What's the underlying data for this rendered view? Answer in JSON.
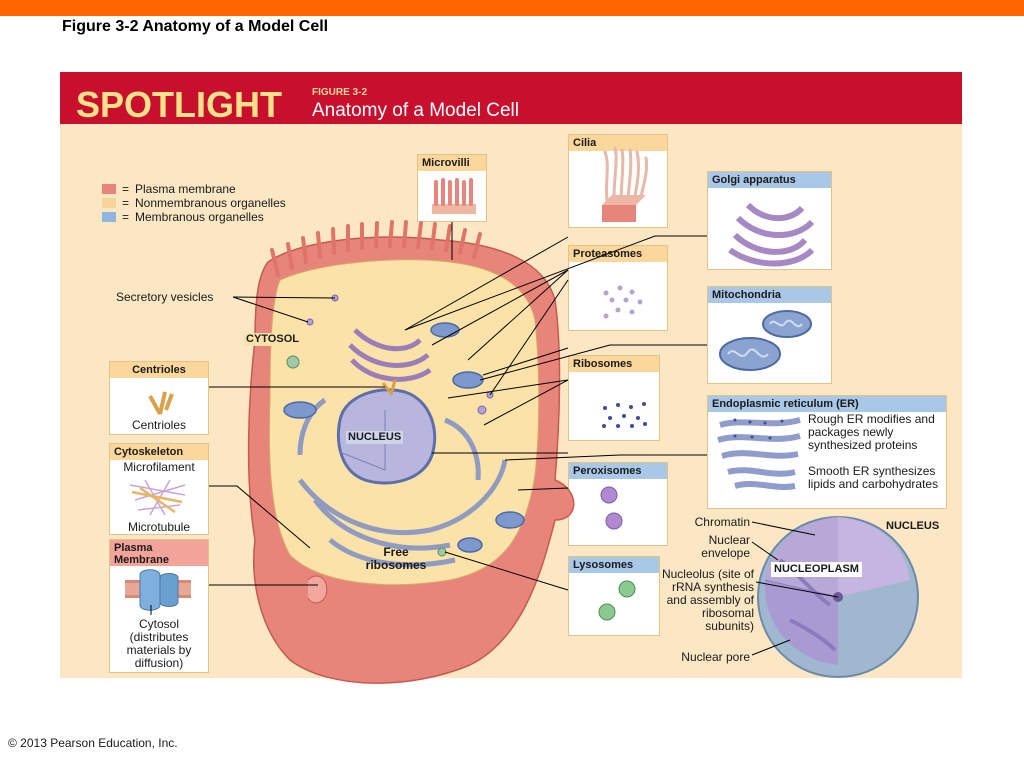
{
  "slide_title": "Figure 3-2 Anatomy of a Model Cell",
  "banner": {
    "spotlight": "SPOTLIGHT",
    "figure_number": "FIGURE 3-2",
    "figure_title": "Anatomy of a Model Cell"
  },
  "legend": [
    {
      "label": "Plasma membrane",
      "color": "#e8857a"
    },
    {
      "label": "Nonmembranous organelles",
      "color": "#f8d49a"
    },
    {
      "label": "Membranous organelles",
      "color": "#8fb6e0"
    }
  ],
  "cell_labels": {
    "secretory_vesicles": "Secretory vesicles",
    "cytosol": "CYTOSOL",
    "nucleus": "NUCLEUS",
    "free_ribosomes": "Free ribosomes"
  },
  "left_boxes": {
    "centrioles": {
      "title": "Centrioles",
      "label": "Centrioles"
    },
    "cytoskeleton": {
      "title": "Cytoskeleton",
      "microfilament": "Microfilament",
      "microtubule": "Microtubule"
    },
    "plasma_membrane": {
      "title": "Plasma Membrane",
      "caption": "Cytosol (distributes materials by diffusion)"
    }
  },
  "center_boxes": {
    "microvilli": "Microvilli",
    "cilia": "Cilia",
    "proteasomes": "Proteasomes",
    "ribosomes": "Ribosomes",
    "peroxisomes": "Peroxisomes",
    "lysosomes": "Lysosomes"
  },
  "right_boxes": {
    "golgi": "Golgi apparatus",
    "mitochondria": "Mitochondria",
    "er": {
      "title": "Endoplasmic reticulum (ER)",
      "rough": "Rough ER modifies and packages newly synthesized proteins",
      "smooth": "Smooth ER synthesizes lipids and carbohydrates"
    }
  },
  "nucleus_detail": {
    "title": "NUCLEUS",
    "nucleoplasm": "NUCLEOPLASM",
    "chromatin": "Chromatin",
    "nuclear_envelope": "Nuclear envelope",
    "nucleolus": "Nucleolus (site of rRNA synthesis and assembly of ribosomal subunits)",
    "nuclear_pore": "Nuclear pore"
  },
  "copyright": "© 2013 Pearson Education, Inc."
}
